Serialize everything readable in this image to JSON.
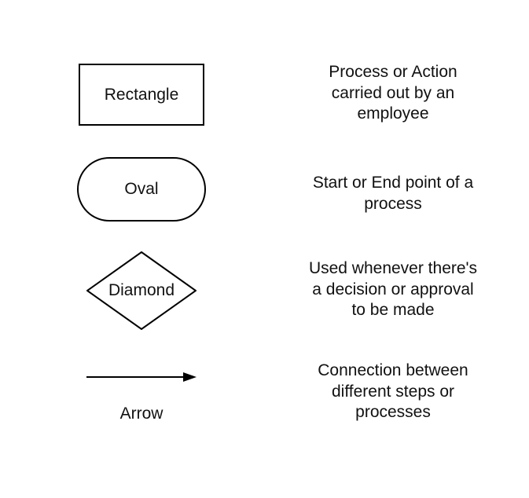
{
  "legend": {
    "rows": [
      {
        "shape": "rectangle",
        "label": "Rectangle",
        "description": "Process or Action\ncarried out by an\nemployee"
      },
      {
        "shape": "oval",
        "label": "Oval",
        "description": "Start or End point of a\nprocess"
      },
      {
        "shape": "diamond",
        "label": "Diamond",
        "description": "Used whenever there's\na decision or approval\nto be made"
      },
      {
        "shape": "arrow",
        "label": "Arrow",
        "description": "Connection between\ndifferent steps or\nprocesses"
      }
    ],
    "colors": {
      "stroke": "#000000",
      "text": "#111111",
      "background": "#ffffff"
    }
  }
}
